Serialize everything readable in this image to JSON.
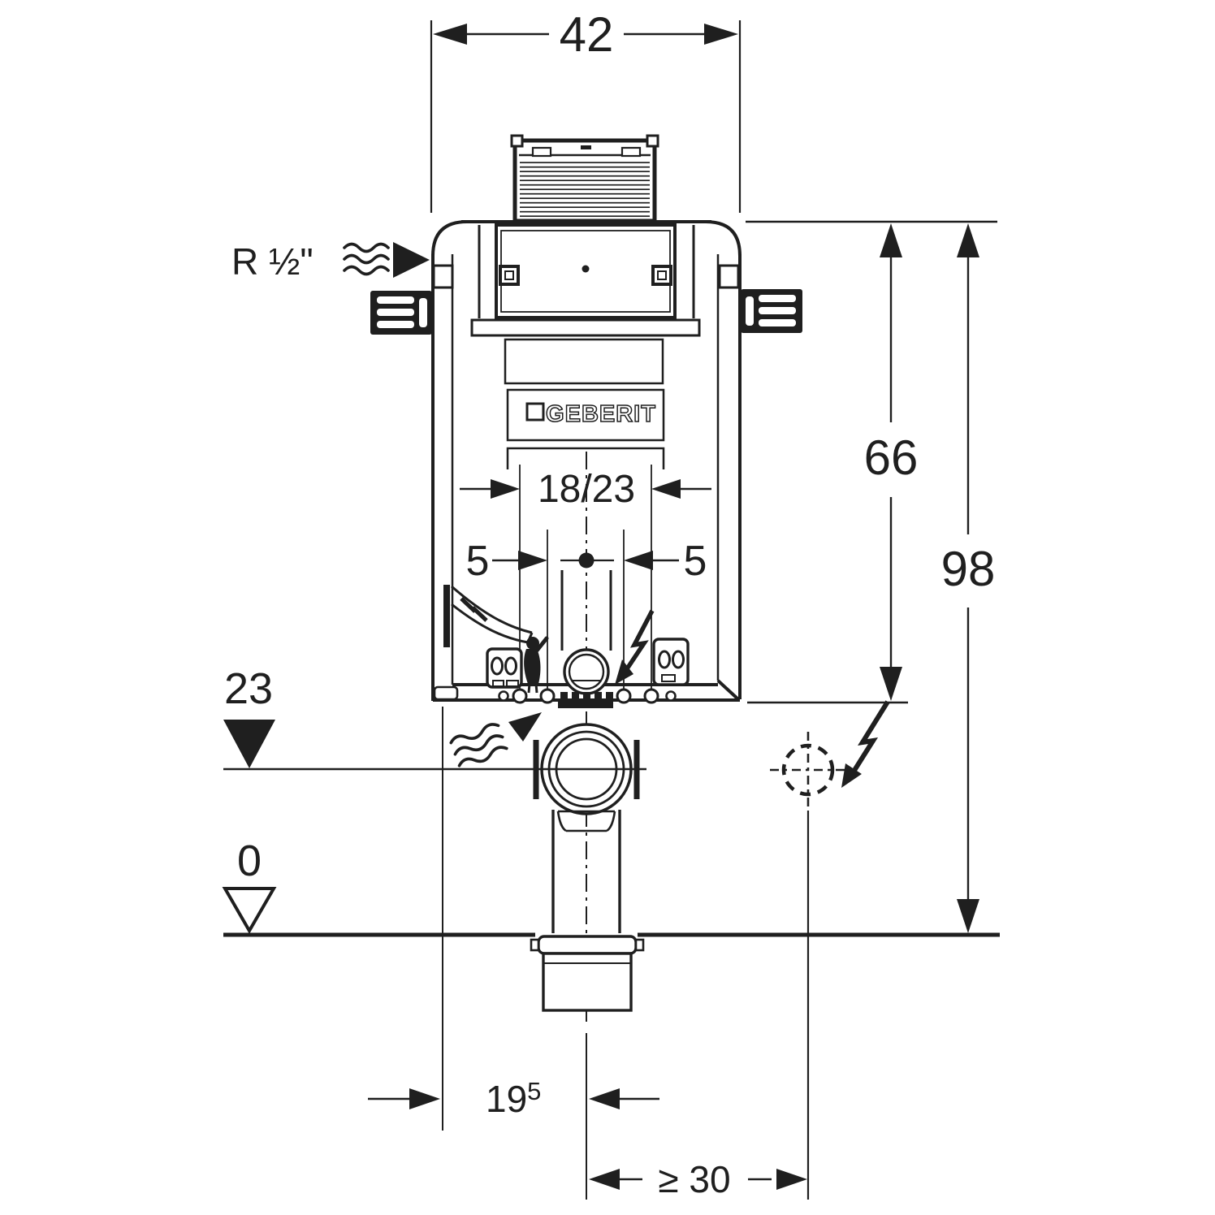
{
  "diagram": {
    "brand_label": "GEBERIT",
    "dimensions": {
      "width_top": "42",
      "pipe_span": "18/23",
      "offset_left": "5",
      "offset_right": "5",
      "height_upper": "66",
      "height_overall": "98",
      "level_outlet": "23",
      "level_zero": "0",
      "floor_offset_base": "19",
      "floor_offset_sup": "5",
      "min_clearance": "≥ 30"
    },
    "labels": {
      "water_supply": "R ½\""
    },
    "colors": {
      "line": "#1f1f1f",
      "background": "#ffffff"
    },
    "icons": {
      "water_supply_arrow": "solid right-pointing arrow with three waves",
      "flush_direction_arrow": "solid up-right arrow with three waves",
      "electrical_bolt_inner": "lightning arrow pointing down-left",
      "electrical_bolt_outer": "lightning arrow pointing down-left",
      "electrical_connection_point": "dashed circle with crosshair",
      "level_marker_filled": "filled down triangle",
      "level_marker_open": "open down triangle"
    }
  }
}
